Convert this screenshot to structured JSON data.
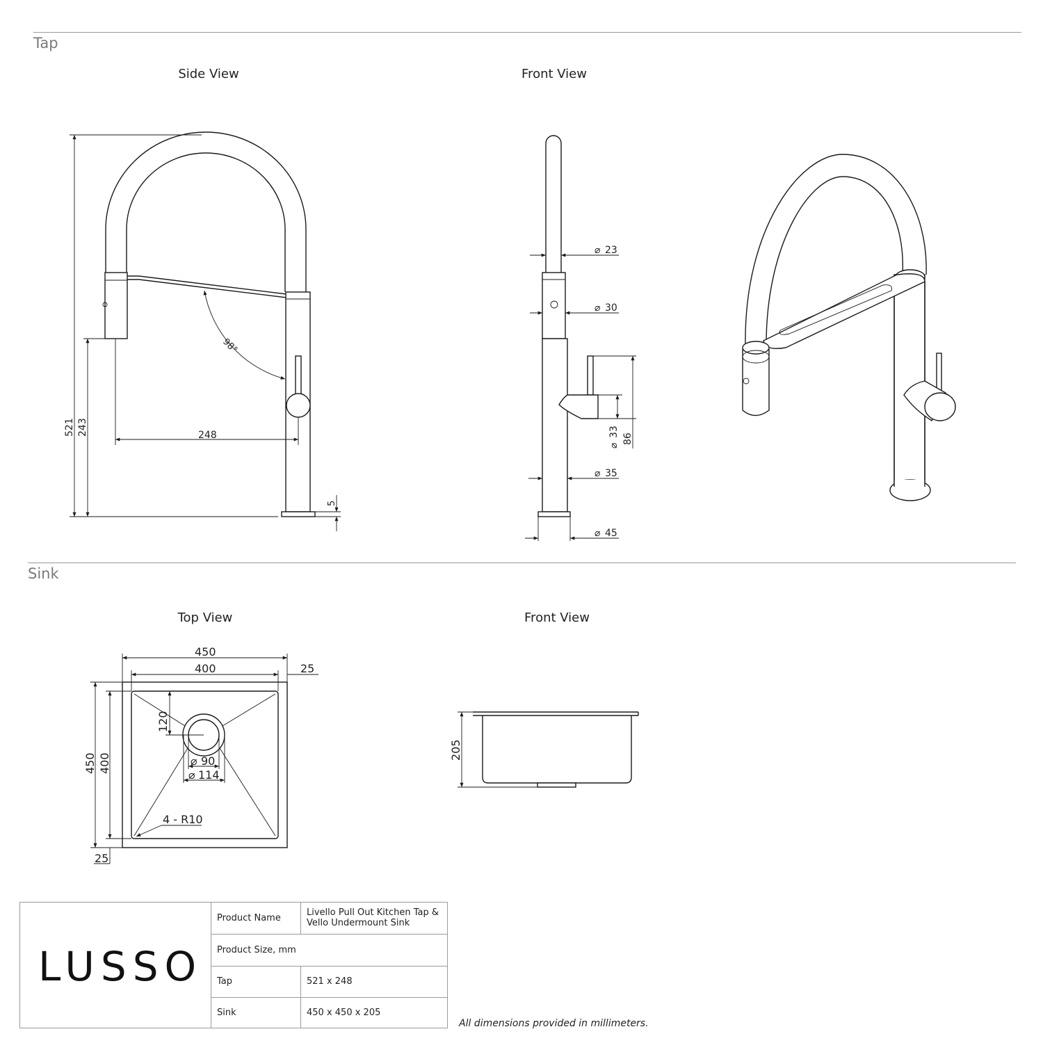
{
  "sections": {
    "tap": "Tap",
    "sink": "Sink"
  },
  "views": {
    "tap_side": "Side View",
    "tap_front": "Front View",
    "sink_top": "Top View",
    "sink_front": "Front View"
  },
  "tap_side_dims": {
    "height": "521",
    "spout_height": "243",
    "reach": "248",
    "base": "5",
    "angle": "98°"
  },
  "tap_front_dims": {
    "d23": "23",
    "d30": "30",
    "d33": "33",
    "h86": "86",
    "d35": "35",
    "d45": "45"
  },
  "sink_top_dims": {
    "width_outer": "450",
    "width_inner": "400",
    "flange": "25",
    "height_outer": "450",
    "height_inner": "400",
    "flange_bottom": "25",
    "drain_offset": "120",
    "drain_d90": "90",
    "drain_d114": "114",
    "corner_radius": "4 - R10"
  },
  "sink_front_dims": {
    "depth": "205"
  },
  "title_block": {
    "brand": "LUSSO",
    "rows": [
      {
        "label": "Product Name",
        "value": "Livello Pull Out Kitchen Tap & Vello Undermount Sink"
      },
      {
        "label": "Product Size, mm",
        "value": ""
      },
      {
        "label": "Tap",
        "value": "521 x 248"
      },
      {
        "label": "Sink",
        "value": "450 x 450 x 205"
      }
    ]
  },
  "note": "All dimensions provided in millimeters."
}
